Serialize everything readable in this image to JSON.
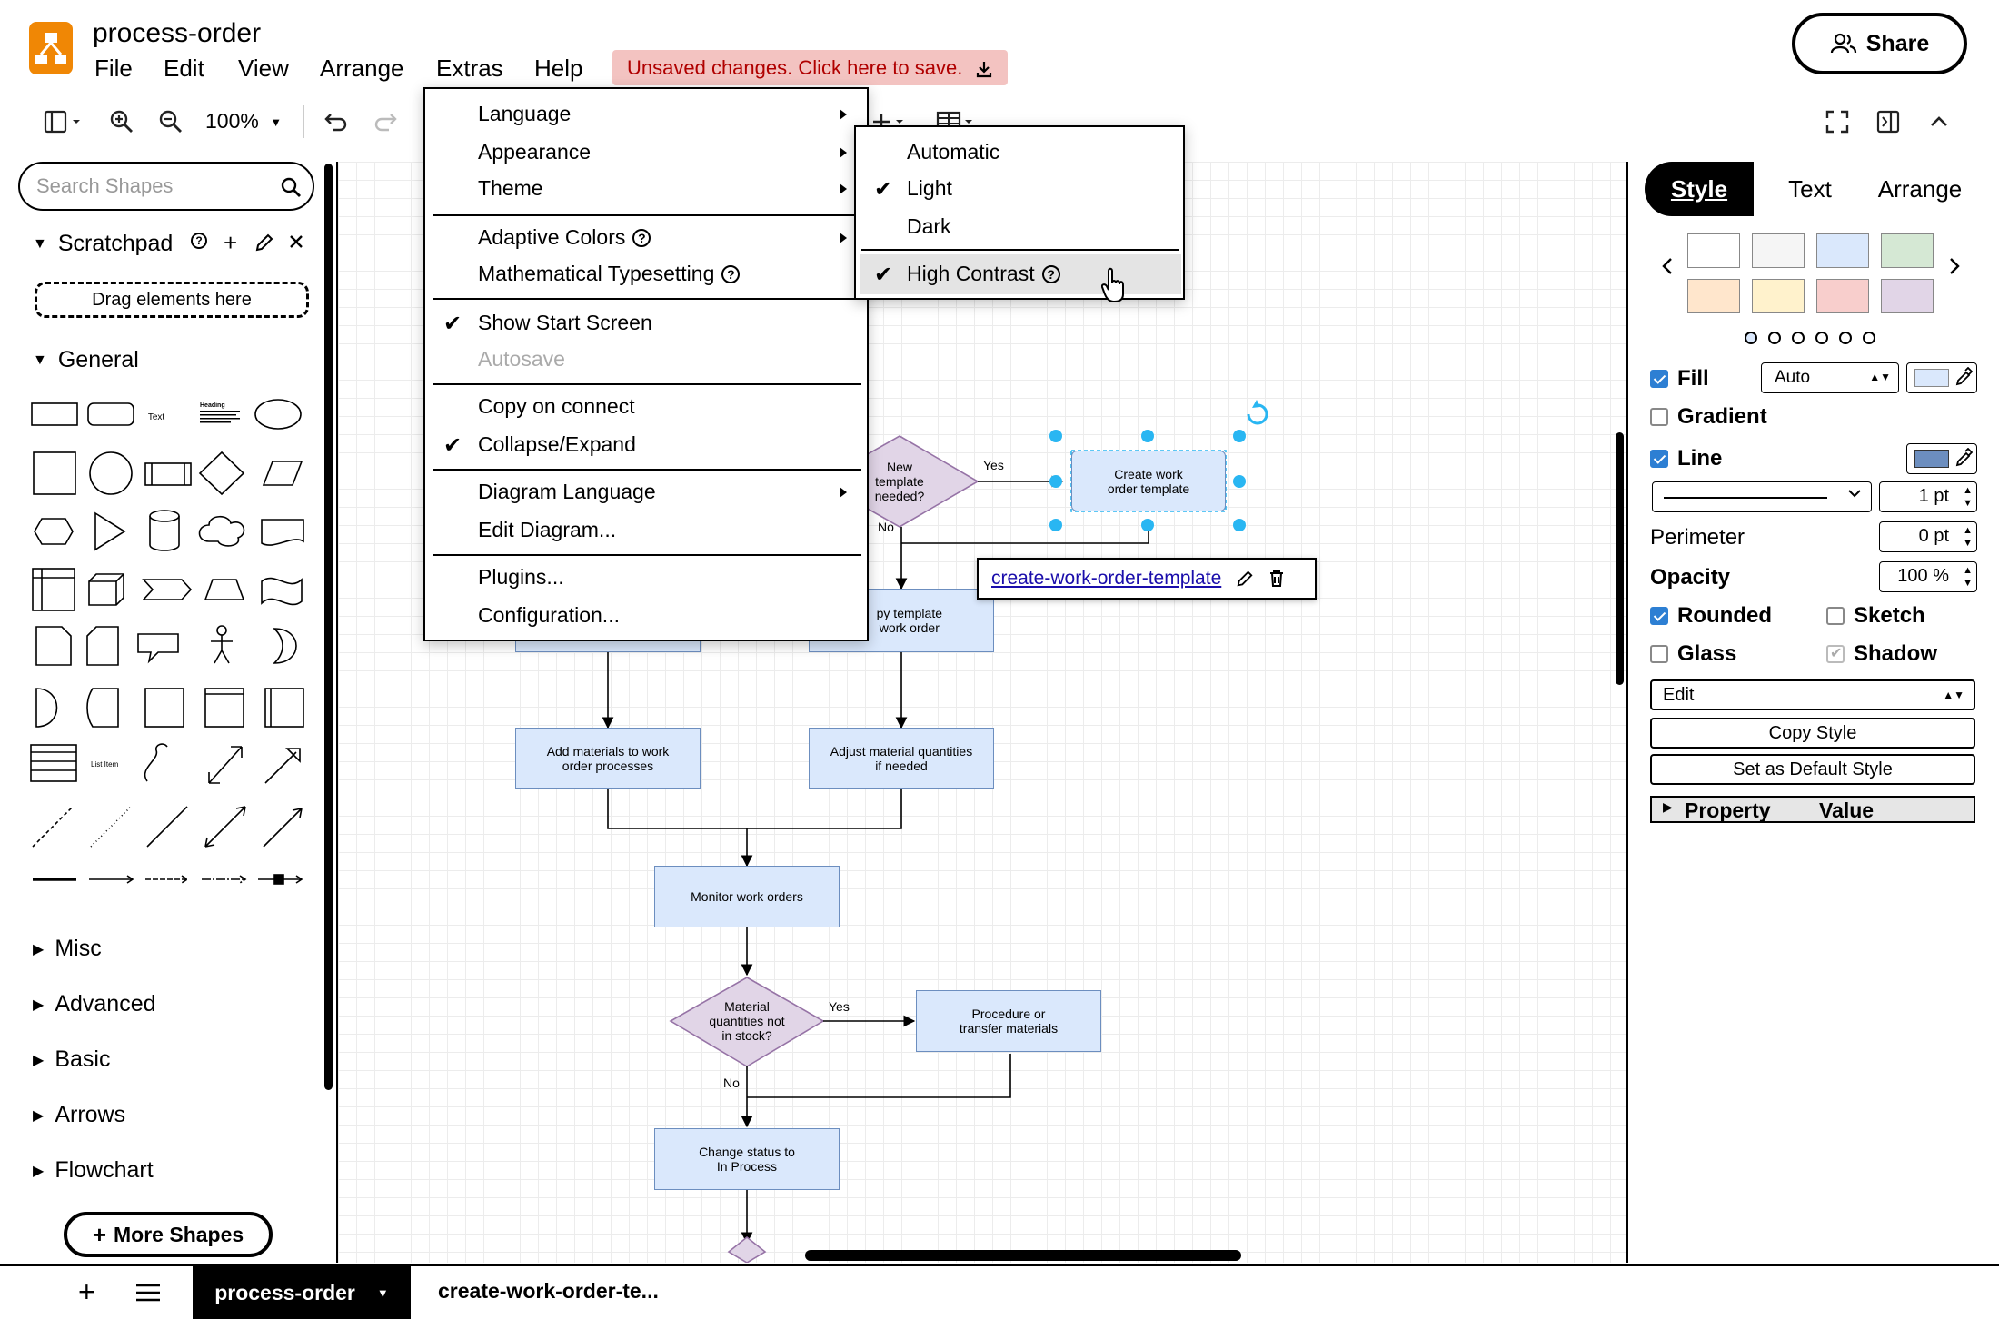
{
  "app": {
    "title": "process-order",
    "menu": [
      "File",
      "Edit",
      "View",
      "Arrange",
      "Extras",
      "Help"
    ],
    "unsaved_notice": "Unsaved changes. Click here to save.",
    "share_label": "Share",
    "brand_color": "#f08705"
  },
  "toolbar": {
    "zoom_level": "100%"
  },
  "sidebar": {
    "search_placeholder": "Search Shapes",
    "scratchpad_title": "Scratchpad",
    "scratchpad_drop": "Drag elements here",
    "general_title": "General",
    "shape_text_label": "Text",
    "shape_heading_label": "Heading",
    "shape_list_item_label": "List Item",
    "sections": [
      "Misc",
      "Advanced",
      "Basic",
      "Arrows",
      "Flowchart"
    ],
    "more_shapes": "More Shapes"
  },
  "extras_menu": {
    "items": {
      "language": "Language",
      "appearance": "Appearance",
      "theme": "Theme",
      "adaptive_colors": "Adaptive Colors",
      "math_typesetting": "Mathematical Typesetting",
      "show_start_screen": "Show Start Screen",
      "autosave": "Autosave",
      "copy_on_connect": "Copy on connect",
      "collapse_expand": "Collapse/Expand",
      "diagram_language": "Diagram Language",
      "edit_diagram": "Edit Diagram...",
      "plugins": "Plugins...",
      "configuration": "Configuration..."
    }
  },
  "appearance_submenu": {
    "automatic": "Automatic",
    "light": "Light",
    "dark": "Dark",
    "high_contrast": "High Contrast"
  },
  "diagram": {
    "decision_new_template": "New\ntemplate\nneeded?",
    "yes_label_1": "Yes",
    "no_label_1": "No",
    "create_work_order_template": "Create work\norder template",
    "copy_template_partial": "py template\nwork order",
    "add_materials": "Add materials to work\norder processes",
    "adjust_quantities": "Adjust material quantities\nif needed",
    "monitor": "Monitor work orders",
    "decision_stock": "Material\nquantities not\nin stock?",
    "yes_label_2": "Yes",
    "no_label_2": "No",
    "procedure": "Procedure or\ntransfer materials",
    "change_status": "Change status to\nIn Process",
    "link_text": "create-work-order-template",
    "node_fill": "#dae8fc",
    "node_stroke": "#6c8ebf",
    "decision_fill": "#e1d5e7",
    "decision_stroke": "#9673a6"
  },
  "format_panel": {
    "tabs": [
      "Style",
      "Text",
      "Arrange"
    ],
    "swatches": [
      "#ffffff",
      "#f5f5f5",
      "#dae8fc",
      "#d5e8d4",
      "#ffe6cc",
      "#fff2cc",
      "#f8cecc",
      "#e1d5e7"
    ],
    "fill_label": "Fill",
    "fill_mode": "Auto",
    "gradient_label": "Gradient",
    "line_label": "Line",
    "line_width": "1 pt",
    "perimeter_label": "Perimeter",
    "perimeter_value": "0 pt",
    "opacity_label": "Opacity",
    "opacity_value": "100 %",
    "rounded_label": "Rounded",
    "sketch_label": "Sketch",
    "glass_label": "Glass",
    "shadow_label": "Shadow",
    "edit_select": "Edit",
    "copy_style": "Copy Style",
    "set_default_style": "Set as Default Style",
    "property_header": "Property",
    "value_header": "Value",
    "line_color": "#6c8ebf"
  },
  "pages": {
    "active": "process-order",
    "other": "create-work-order-te..."
  }
}
